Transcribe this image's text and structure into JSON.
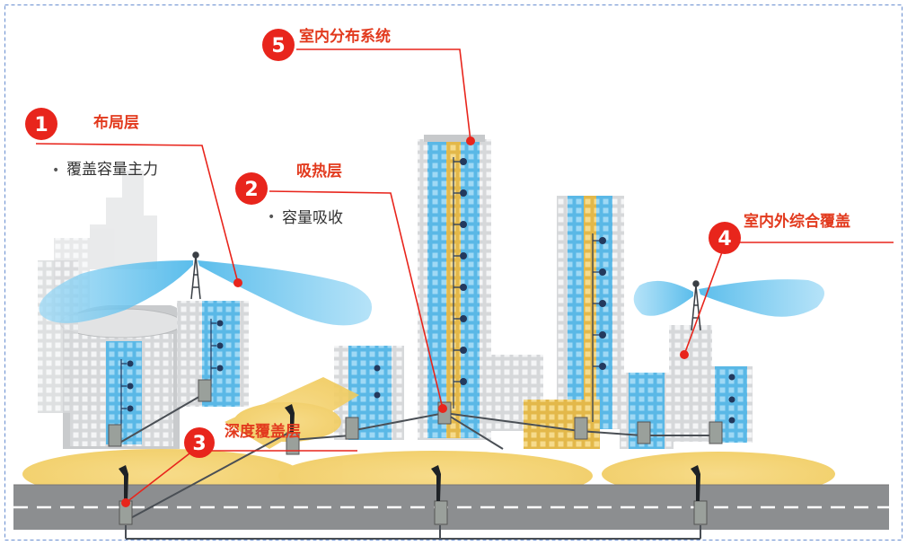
{
  "layers": [
    {
      "num": "1",
      "title": "布局层",
      "bullet": "覆盖容量主力"
    },
    {
      "num": "2",
      "title": "吸热层",
      "bullet": "容量吸收"
    },
    {
      "num": "3",
      "title": "深度覆盖层"
    },
    {
      "num": "4",
      "title": "室内外综合覆盖"
    },
    {
      "num": "5",
      "title": "室内分布系统"
    }
  ],
  "colors": {
    "accent_red": "#e8251c",
    "title_red": "#e23a1e",
    "beam_blue": "#5ec3ec",
    "glass_blue": "#6cc6ee",
    "coverage_yellow": "#f3cf66",
    "road_gray": "#8c8e90",
    "frame_dash": "#6a8fd0"
  },
  "icons": [
    "badge-circle",
    "tower-icon",
    "antenna-pole-icon",
    "rru-box-icon",
    "indoor-antenna-icon"
  ]
}
